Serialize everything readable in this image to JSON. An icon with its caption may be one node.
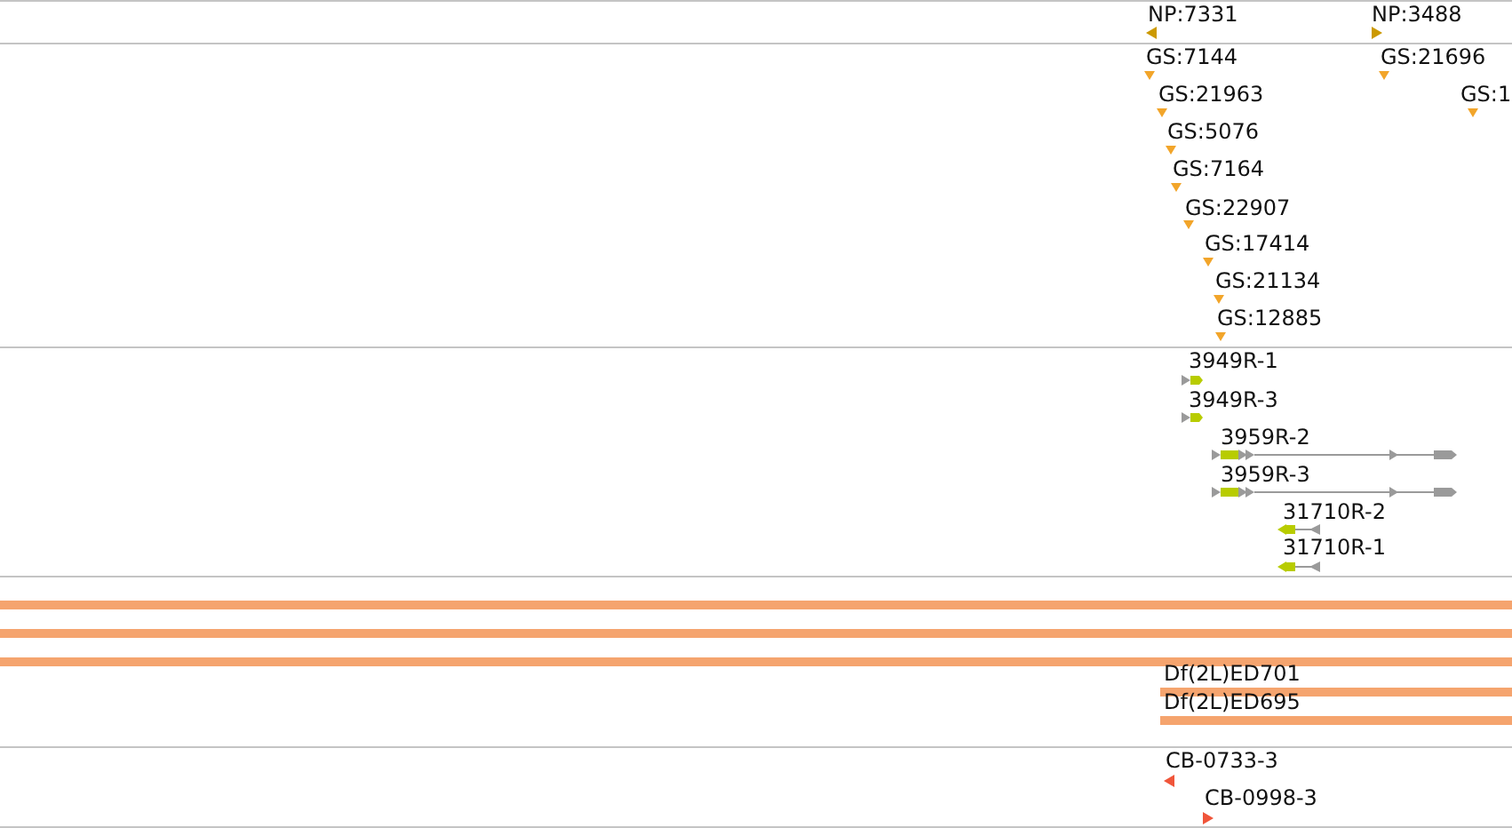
{
  "diagram": {
    "labels": [
      "NP:7331",
      "NP:3488",
      "GS:7144",
      "GS:21696",
      "GS:21963",
      "GS:1",
      "GS:5076",
      "GS:7164",
      "GS:22907",
      "GS:17414",
      "GS:21134",
      "GS:12885",
      "3949R-1",
      "3949R-3",
      "3959R-2",
      "3959R-3",
      "31710R-2",
      "31710R-1",
      "Df(2L)ED701",
      "Df(2L)ED695",
      "CB-0733-3",
      "CB-0998-3"
    ]
  }
}
